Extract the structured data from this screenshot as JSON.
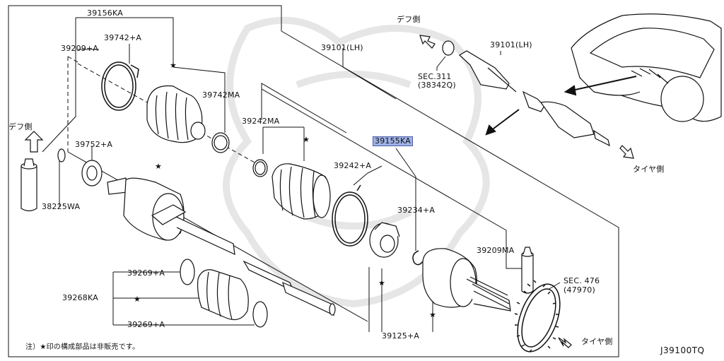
{
  "labels": {
    "p39156KA": "39156KA",
    "p39742A": "39742+A",
    "p39209A": "39209+A",
    "p39742MA": "39742MA",
    "p39242MA": "39242MA",
    "p39101LH_main": "39101(LH)",
    "p39752A": "39752+A",
    "p38225WA": "38225WA",
    "p39155KA": "39155KA",
    "p39242A": "39242+A",
    "p39234A": "39234+A",
    "p39209MA": "39209MA",
    "p39269A_top": "39269+A",
    "p39268KA": "39268KA",
    "p39269A_bottom": "39269+A",
    "p39125A": "39125+A",
    "sec476": "SEC. 476",
    "sec476_sub": "(47970)",
    "p39101LH_inset": "39101(LH)",
    "sec311": "SEC.311",
    "sec311_sub": "(38342Q)"
  },
  "direction": {
    "diff_side_left": "デフ側",
    "diff_side_inset": "デフ側",
    "tire_side_bottom": "タイヤ側",
    "tire_side_inset": "タイヤ側"
  },
  "footer": {
    "note": "注）★印の構成部品は非販売です。",
    "diagram_code": "J39100TQ"
  },
  "colors": {
    "line": "#111111",
    "highlight_bg": "#9fb2e6",
    "highlight_border": "#4a5ea8",
    "watermark": "#e8e8e8"
  }
}
